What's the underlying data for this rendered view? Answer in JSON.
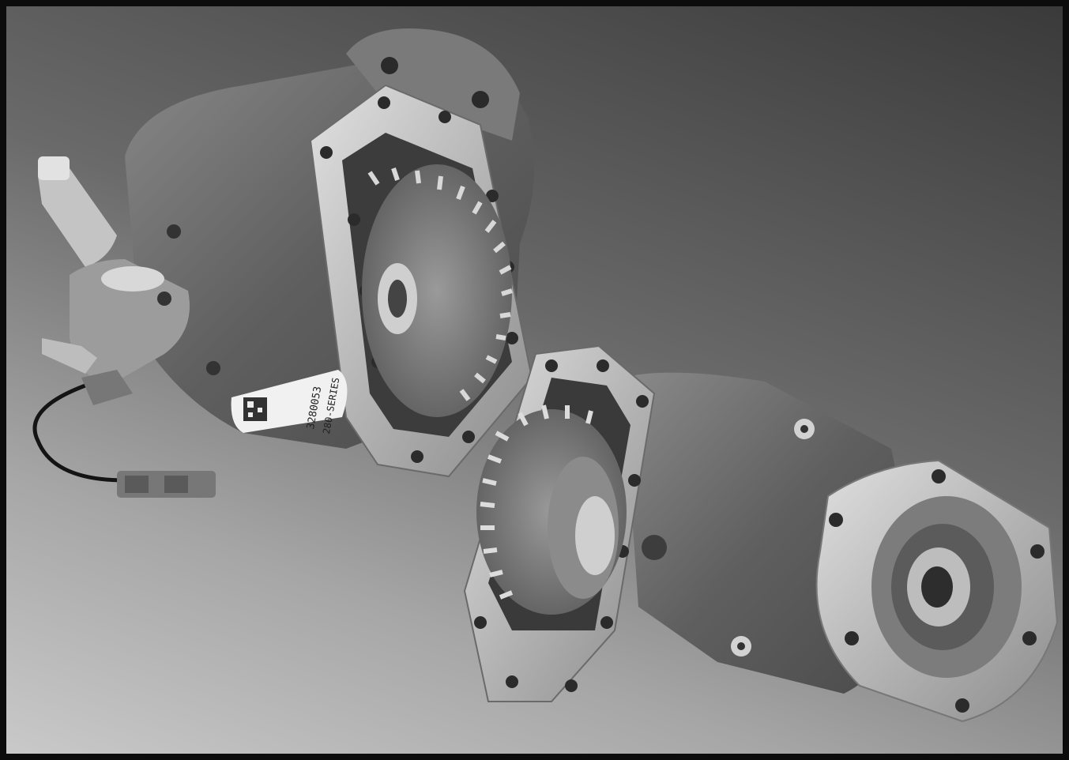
{
  "photo": {
    "subject": "two-pto-gearboxes",
    "label_text": {
      "series": "280-SERIES",
      "part_number": "3280053"
    },
    "palette": {
      "frame": "#0c0c0c",
      "bg_dark": "#3a3a3a",
      "bg_light": "#c9c9c9",
      "metal": "#bdbdbd",
      "casting": "#6f6f6f"
    }
  }
}
